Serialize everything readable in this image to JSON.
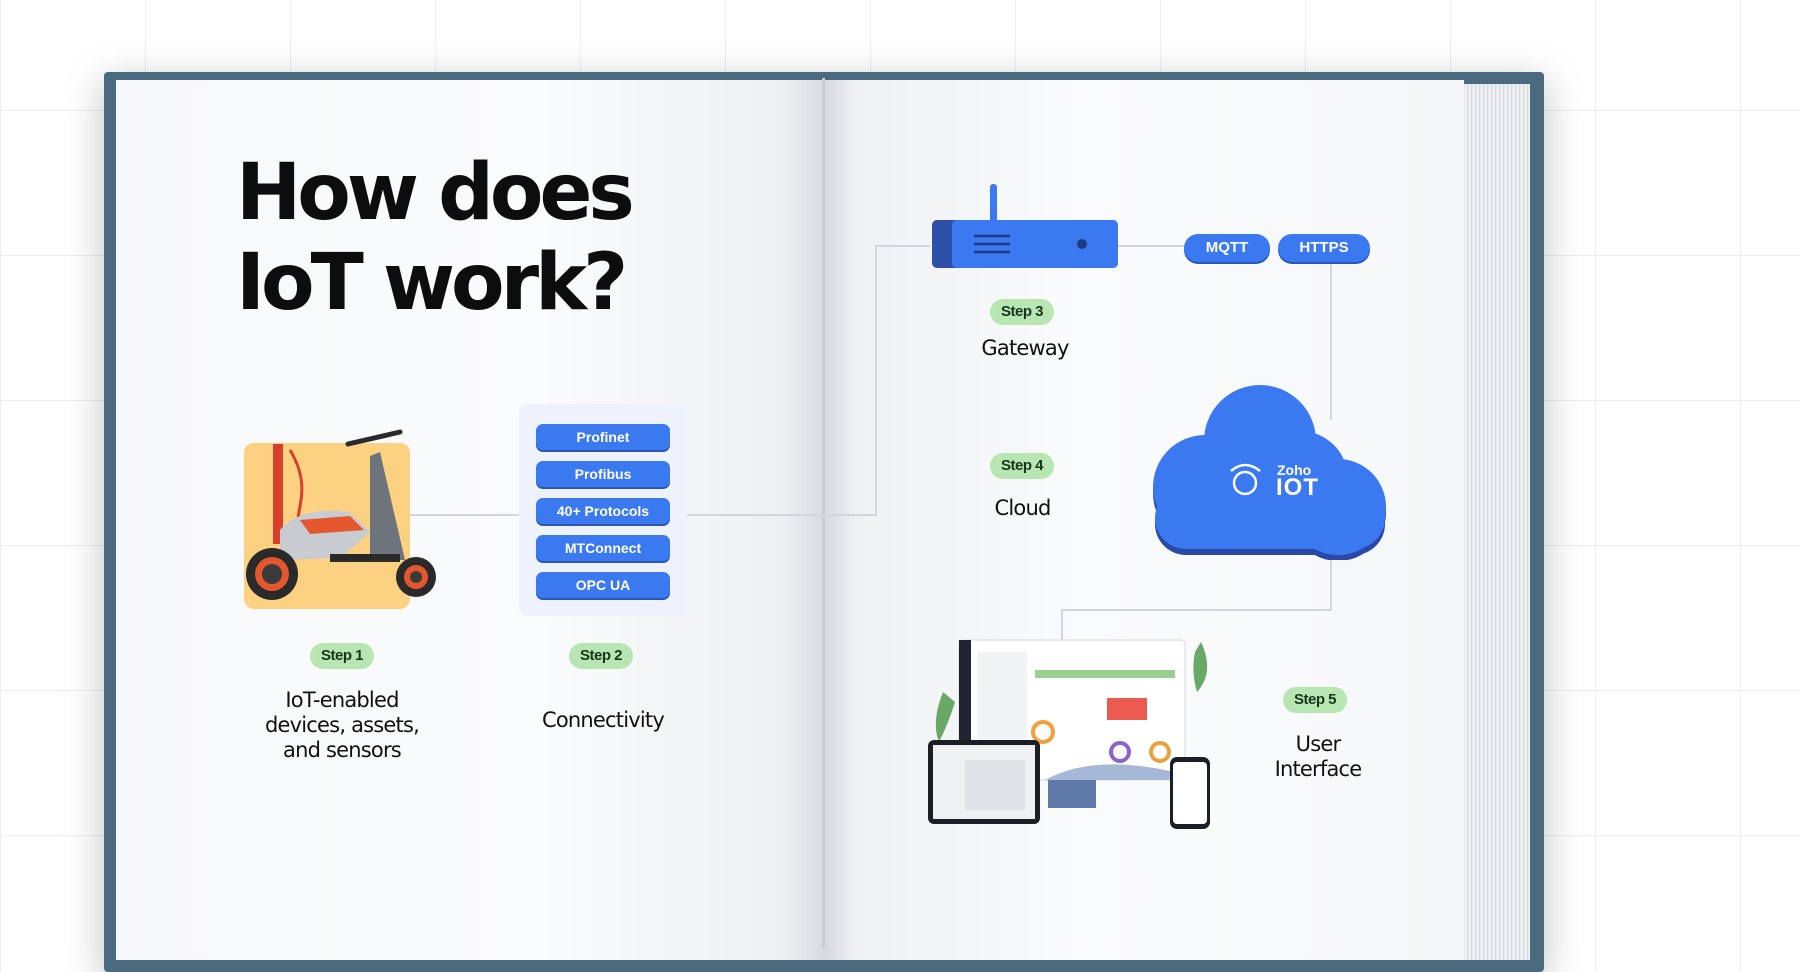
{
  "title": {
    "line1": "How does",
    "line2": "IoT work?"
  },
  "steps": [
    {
      "badge": "Step 1",
      "label_lines": [
        "IoT-enabled",
        "devices, assets,",
        "and sensors"
      ]
    },
    {
      "badge": "Step 2",
      "label": "Connectivity",
      "protocols": [
        "Profinet",
        "Profibus",
        "40+ Protocols",
        "MTConnect",
        "OPC UA"
      ]
    },
    {
      "badge": "Step 3",
      "label": "Gateway",
      "protocols": [
        "MQTT",
        "HTTPS"
      ]
    },
    {
      "badge": "Step 4",
      "label": "Cloud",
      "brand_small": "Zoho",
      "brand_big": "IOT"
    },
    {
      "badge": "Step 5",
      "label_lines": [
        "User",
        "Interface"
      ]
    }
  ],
  "colors": {
    "accent_blue": "#3b79f0",
    "badge_green": "#b8e6b3",
    "scooter_bg": "#fcd282",
    "book_cover": "#4a6a80"
  }
}
